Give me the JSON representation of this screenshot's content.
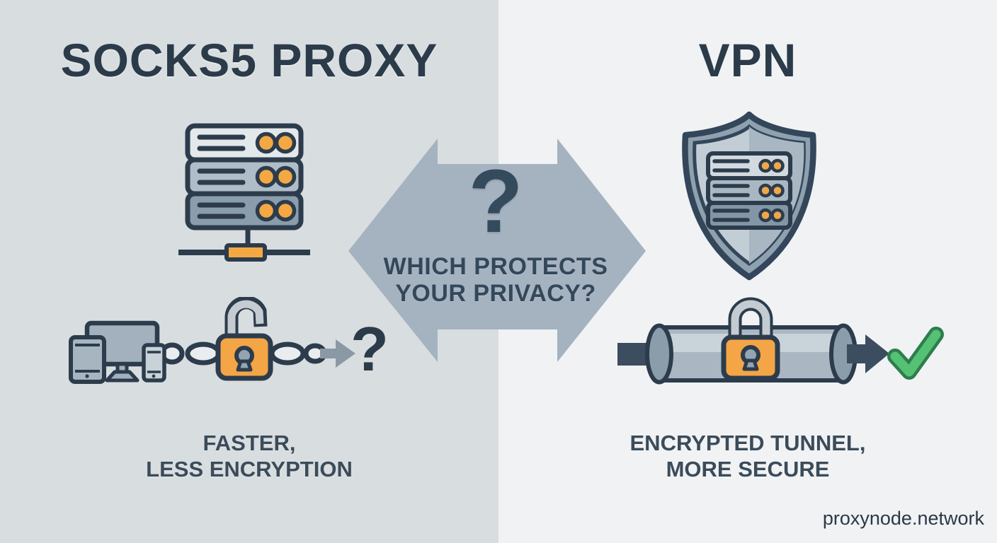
{
  "left": {
    "title": "SOCKS5 PROXY",
    "caption": [
      "FASTER,",
      "LESS ENCRYPTION"
    ],
    "question_mark": "?",
    "icons": [
      "server-stack-icon",
      "multi-devices-icon",
      "chain-links-icon",
      "open-padlock-icon",
      "flow-arrow-icon"
    ]
  },
  "right": {
    "title": "VPN",
    "caption": [
      "ENCRYPTED TUNNEL,",
      "MORE SECURE"
    ],
    "icons": [
      "shield-server-icon",
      "vpn-tunnel-icon",
      "closed-padlock-icon",
      "tunnel-arrow-icon",
      "checkmark-icon"
    ]
  },
  "center": {
    "question_mark": "?",
    "question": [
      "WHICH PROTECTS",
      "YOUR PRIVACY?"
    ]
  },
  "brand": {
    "watermark": "proxynode.network"
  },
  "colors": {
    "left_bg": "#d8dde0",
    "right_bg": "#f0f2f4",
    "title_text": "#2c3b49",
    "body_text": "#3b4b59",
    "arrow_banner": "#a5b2c0",
    "icon_outline": "#2d3c4c",
    "accent_orange": "#f4a546",
    "accent_green": "#55c175",
    "icon_gray": "#a2b1bd",
    "metal_gray": "#c4ccd2"
  }
}
